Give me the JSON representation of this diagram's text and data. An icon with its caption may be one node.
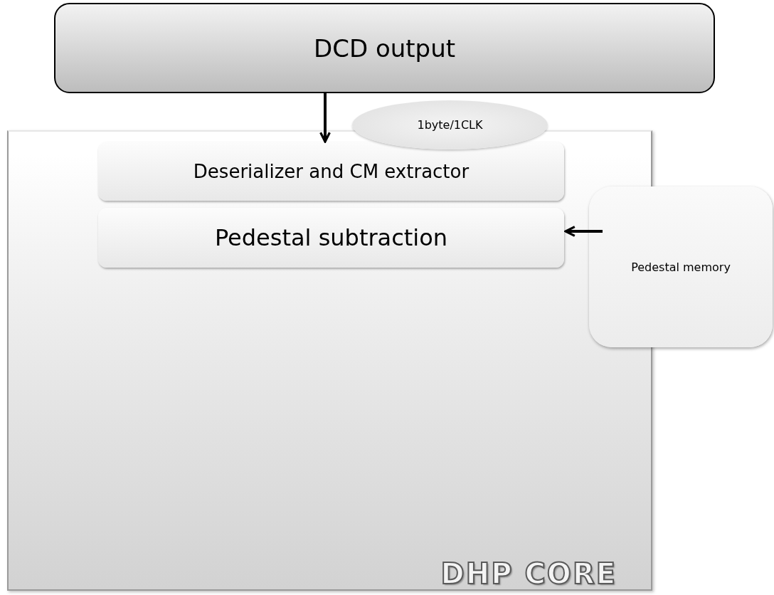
{
  "diagram": {
    "nodes": [
      {
        "text": [
          "DCD output"
        ]
      },
      {
        "text": [
          "DHP CORE"
        ]
      },
      {
        "text": [
          "Deserializer and CM extractor"
        ],
        "in": 1
      },
      {
        "text": [
          "Pedestal subtraction"
        ],
        "in": 1
      },
      {
        "text": [
          "Pedestal memory"
        ]
      },
      {
        "text": [
          "1byte/1CLK"
        ]
      }
    ],
    "edges": [
      {
        "from": 0,
        "to": 2,
        "arrow": "to"
      },
      {
        "from": 4,
        "to": 3,
        "arrow": "to"
      }
    ]
  }
}
